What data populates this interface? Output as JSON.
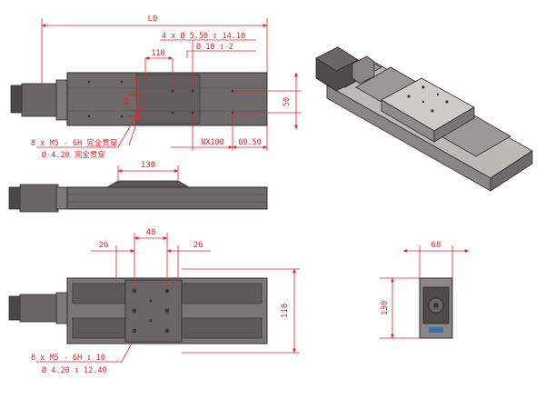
{
  "colors": {
    "dimension": "#e0252b",
    "body_dark": "#5a5656",
    "body_mid": "#8a8684",
    "body_light": "#bdb9b5",
    "outline": "#2e2c2c",
    "background": "#ffffff"
  },
  "top_view": {
    "overall_length": "L0",
    "hole_spec_1": "4 x Ø 5.50 ↧ 14.10",
    "hole_spec_2": "Ø 10 ↧ 2",
    "dim_118": "118",
    "dim_50": "50",
    "dim_nx100": "NX100",
    "dim_69_50": "69.50",
    "dim_40": "40",
    "thread_spec_1": "8 x  M5 - 6H 完全贯穿",
    "thread_spec_2": "Ø 4.20 完全贯穿"
  },
  "side_view": {
    "dim_130": "130"
  },
  "bottom_view": {
    "dim_48": "48",
    "dim_26_left": "26",
    "dim_26_right": "26",
    "dim_118": "118",
    "thread_spec_1": "8 x  M5 - 6H ↧ 10",
    "thread_spec_2": "Ø 4.20 ↧ 12.40"
  },
  "end_view": {
    "dim_68": "68",
    "dim_130": "130"
  }
}
